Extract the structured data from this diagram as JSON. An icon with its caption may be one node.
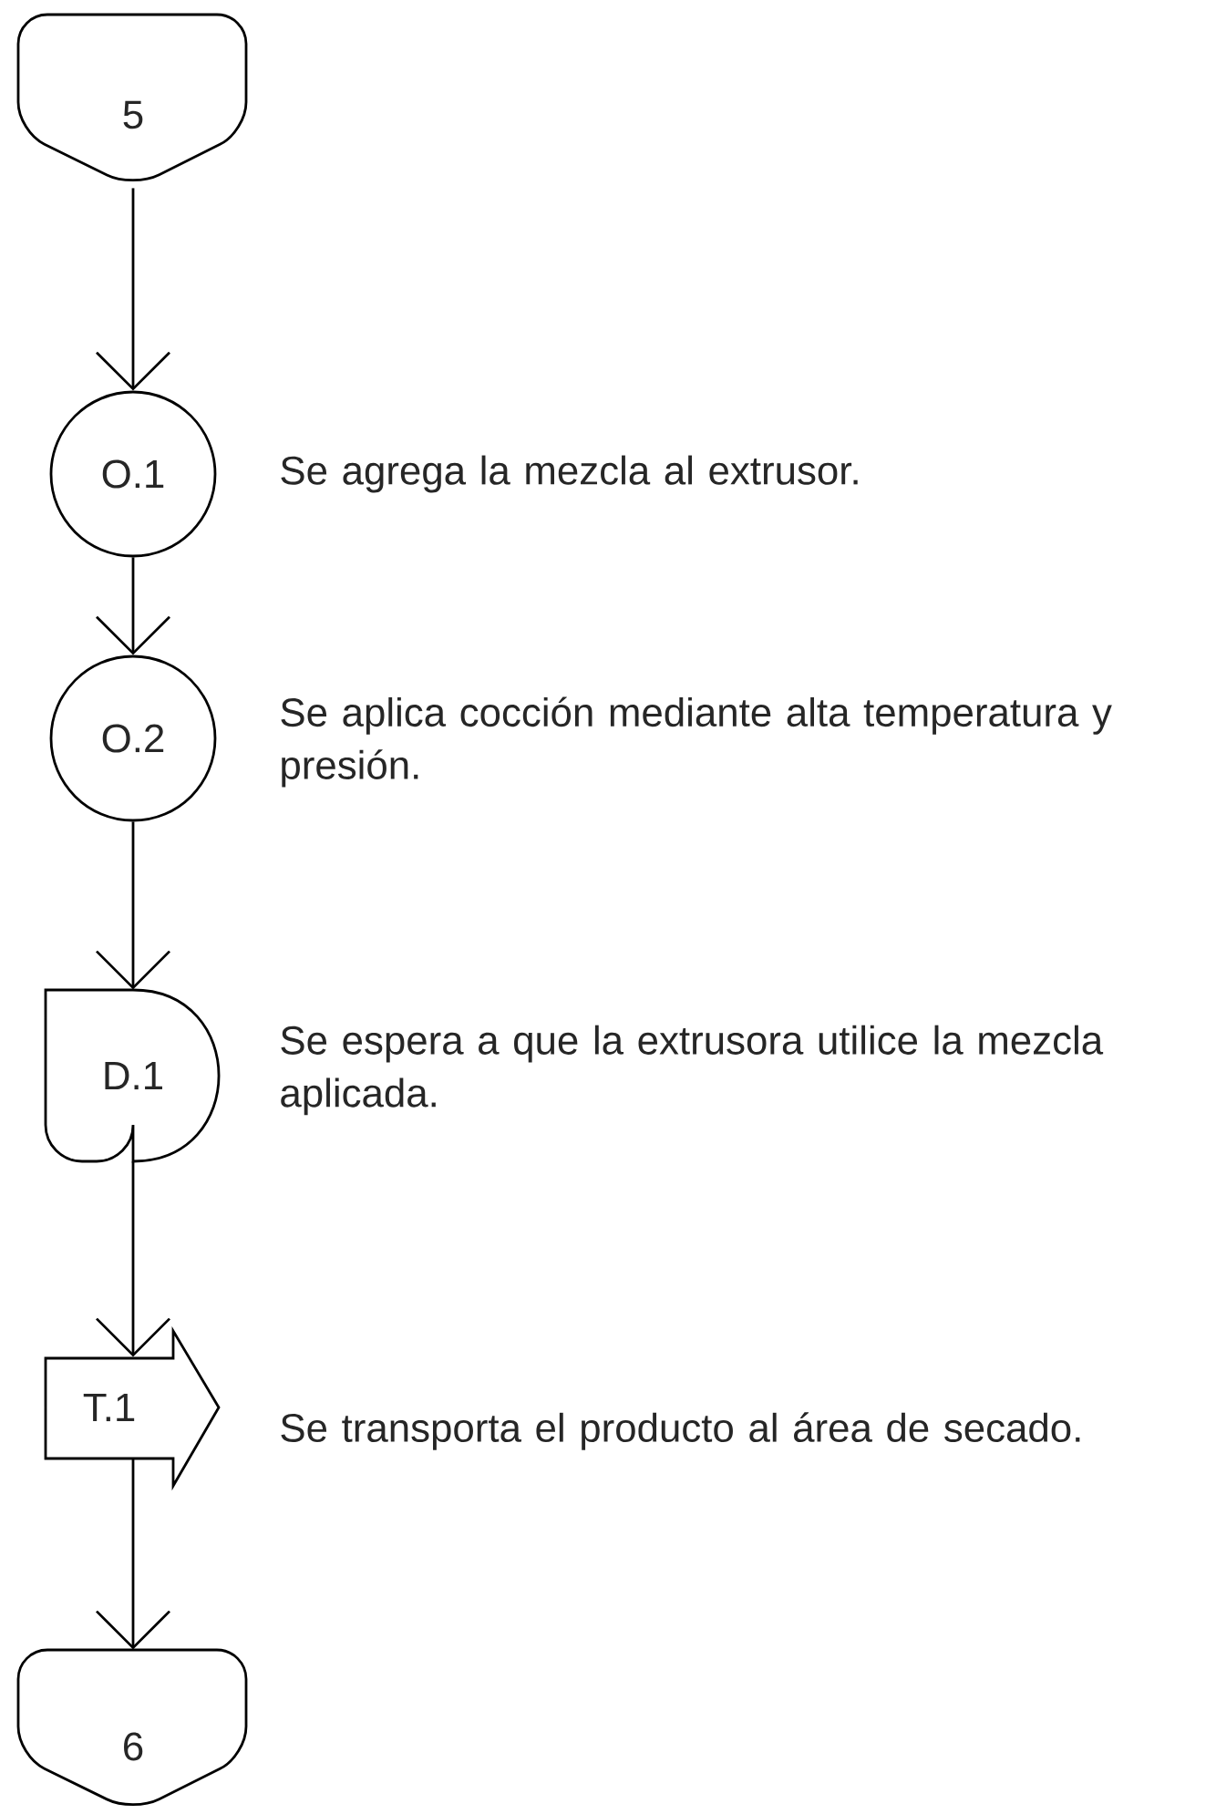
{
  "diagram": {
    "nodes": [
      {
        "text": [
          "5"
        ]
      },
      {
        "text": [
          "O.1"
        ],
        "beside": [
          "Se agrega la mezcla al extrusor."
        ]
      },
      {
        "text": [
          "O.2"
        ],
        "beside": [
          "Se aplica cocción mediante alta temperatura y presión."
        ]
      },
      {
        "text": [
          "D.1"
        ],
        "beside": [
          "Se espera a que la extrusora utilice la mezcla aplicada."
        ]
      },
      {
        "text": [
          "T.1"
        ],
        "beside": [
          "Se transporta el producto al área de secado."
        ]
      },
      {
        "text": [
          "6"
        ]
      }
    ],
    "edges": [
      {
        "from": 0,
        "to": 1,
        "arrow": "to"
      },
      {
        "from": 1,
        "to": 2,
        "arrow": "to"
      },
      {
        "from": 2,
        "to": 3,
        "arrow": "to"
      },
      {
        "from": 3,
        "to": 4,
        "arrow": "to"
      },
      {
        "from": 4,
        "to": 5,
        "arrow": "to"
      }
    ]
  }
}
